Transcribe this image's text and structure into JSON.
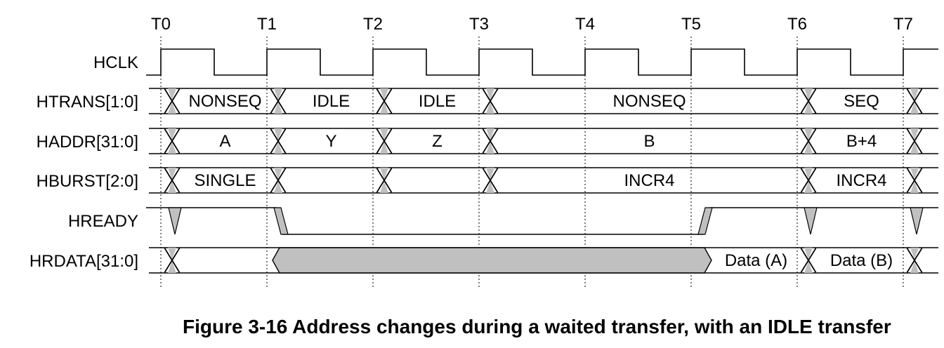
{
  "time_markers": [
    "T0",
    "T1",
    "T2",
    "T3",
    "T4",
    "T5",
    "T6",
    "T7"
  ],
  "rows": [
    {
      "label": "HCLK"
    },
    {
      "label": "HTRANS[1:0]",
      "values": [
        "NONSEQ",
        "IDLE",
        "IDLE",
        "NONSEQ",
        "SEQ"
      ]
    },
    {
      "label": "HADDR[31:0]",
      "values": [
        "A",
        "Y",
        "Z",
        "B",
        "B+4"
      ]
    },
    {
      "label": "HBURST[2:0]",
      "values": [
        "SINGLE",
        "INCR4",
        "INCR4"
      ]
    },
    {
      "label": "HREADY"
    },
    {
      "label": "HRDATA[31:0]",
      "values": [
        "Data (A)",
        "Data (B)"
      ]
    }
  ],
  "caption": "Figure 3-16 Address changes during a waited transfer, with an IDLE transfer",
  "colors": {
    "hatch_fill": "#c0c0c0",
    "line": "#000000"
  }
}
